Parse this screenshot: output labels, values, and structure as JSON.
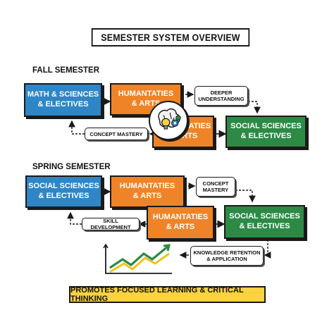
{
  "title": "SEMESTER SYSTEM OVERVIEW",
  "fall": {
    "label": "FALL SEMESTER",
    "box_math": "MATH & SCIENCES\n& ELECTIVES",
    "box_humanities": "HUMANTATIES\n& ARTS",
    "box_humanities_2": "HUMANTATIES\n& ARTS",
    "box_social": "SOCIAL SCIENCES\n& ELECTIVES",
    "note_deeper": "DEEPER\nUNDERSTANDING",
    "note_concept": "CONCEPT MASTERY"
  },
  "spring": {
    "label": "SPRING SEMESTER",
    "box_social": "SOCIAL SCIENCES\n& ELECTIVES",
    "box_humanities": "HUMANTATIES\n& ARTS",
    "box_humanities_2": "HUMANTATIES\n& ARTS",
    "box_social_2": "SOCIAL SCIENCES\n& ELECTIVES",
    "note_concept": "CONCEPT\nMASTERY",
    "note_skill": "SKILL DEVELOPMENT",
    "note_knowledge": "KNOWLEDGE RETENTION\n& APPLICATION"
  },
  "banner": "PROMOTES FOCUSED LEARNING & CRITICAL THINKING",
  "colors": {
    "blue": "#2e86c6",
    "orange": "#ee8427",
    "green": "#2c8a45",
    "yellow": "#fbd23f"
  },
  "icons": [
    "brain-gear-lightbulb-icon",
    "growth-chart-icon"
  ]
}
